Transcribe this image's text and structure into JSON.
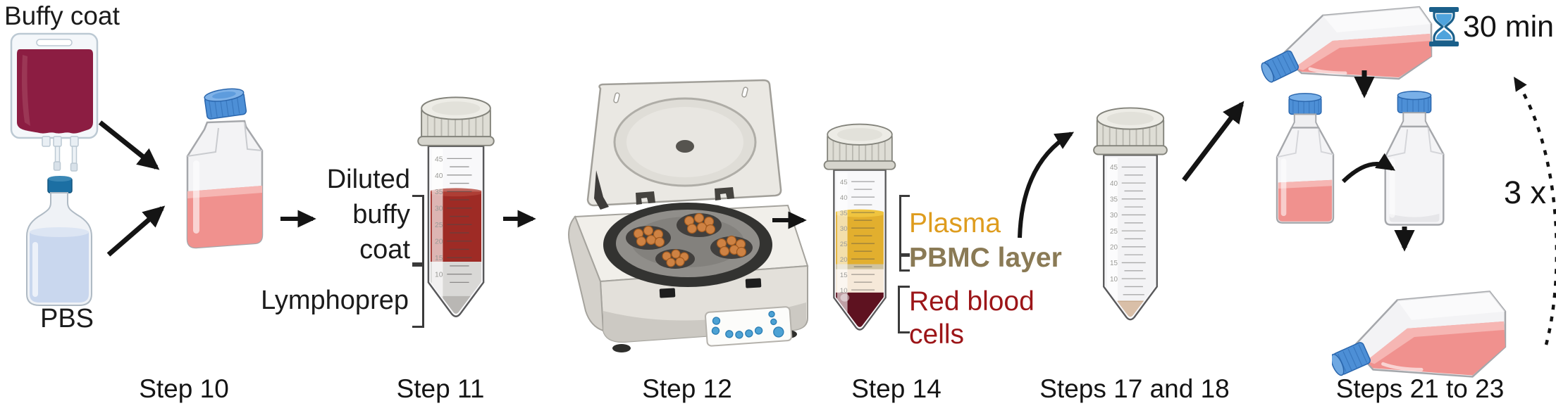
{
  "sources": {
    "buffy_coat": "Buffy coat",
    "pbs": "PBS"
  },
  "steps": [
    {
      "id": "step-10",
      "label": "Step 10"
    },
    {
      "id": "step-11",
      "label": "Step 11"
    },
    {
      "id": "step-12",
      "label": "Step 12"
    },
    {
      "id": "step-14",
      "label": "Step 14"
    },
    {
      "id": "steps-17-18",
      "label": "Steps 17 and 18"
    },
    {
      "id": "steps-21-23",
      "label": "Steps 21 to 23"
    }
  ],
  "annotations": {
    "diluted_lines": [
      "Diluted",
      "buffy",
      "coat"
    ],
    "diluted_full": "Diluted buffy coat",
    "lymphoprep": "Lymphoprep",
    "plasma": "Plasma",
    "pbmc_layer": "PBMC layer",
    "red_blood_cells": "Red blood cells"
  },
  "timing": {
    "incubation": "30 min",
    "repeat": "3 x"
  },
  "graduations": [
    "45",
    "40",
    "35",
    "30",
    "25",
    "20",
    "15",
    "10"
  ],
  "icons": {
    "hourglass_icon": "⏳"
  },
  "colors": {
    "blood": "#8C1D42",
    "blood_highlight": "#A84C66",
    "pbs_liquid": "#C9D7EE",
    "bottle_cap_blue": "#1C6FA3",
    "cap_blue": "#4D8FD6",
    "cap_blue_dark": "#2A66AD",
    "media_pink": "#F0918E",
    "media_pink_light": "#F6B6B3",
    "buffy_red": "#9E2B25",
    "lymphoprep_gray": "#D9D8D6",
    "plasma_yellow": "#E2AF2E",
    "pbmc_band": "#CFC3A0",
    "cream_band": "#F6E9D9",
    "rbc_dark": "#5E1220",
    "pellet_beige": "#D9BFA8",
    "plasma_label": "#DE9C1E",
    "pbmc_label": "#8A7A55",
    "rbc_label": "#9C1518",
    "hourglass_blue": "#1A5F8A",
    "hourglass_sand": "#4FA3DC",
    "arrow_black": "#141414",
    "tube_cap_beige": "#DEDDD5",
    "machine_light": "#ECEAE5",
    "rotor_dark": "#3E3E3C",
    "bucket_cap_orange": "#CE8243",
    "glass_fill": "#F3F3F5",
    "glass_stroke": "#A5A7AB"
  }
}
